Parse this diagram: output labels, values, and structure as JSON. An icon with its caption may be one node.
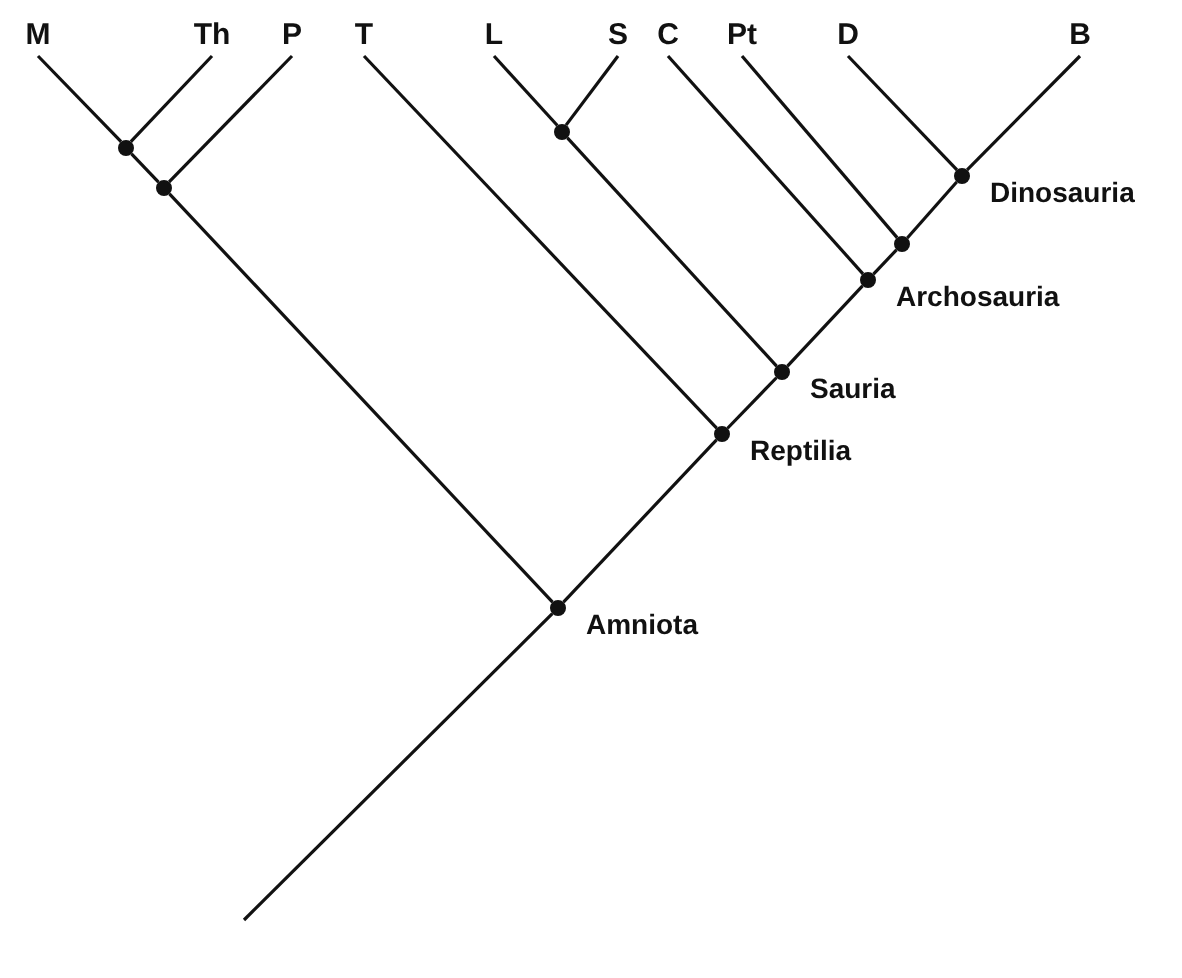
{
  "diagram": {
    "nodes": [
      {
        "text": [
          "M"
        ]
      },
      {
        "text": [
          "Th"
        ]
      },
      {
        "text": [
          "P"
        ]
      },
      {
        "text": [
          "T"
        ]
      },
      {
        "text": [
          "L"
        ]
      },
      {
        "text": [
          "S"
        ]
      },
      {
        "text": [
          "C"
        ]
      },
      {
        "text": [
          "Pt"
        ]
      },
      {
        "text": [
          "D"
        ]
      },
      {
        "text": [
          "B"
        ]
      },
      {
        "text": [],
        "shape": "circle"
      },
      {
        "text": [],
        "shape": "circle"
      },
      {
        "text": [],
        "shape": "circle",
        "beside": [
          "Dinosauria"
        ]
      },
      {
        "text": [],
        "shape": "circle"
      },
      {
        "text": [],
        "shape": "circle"
      },
      {
        "text": [],
        "shape": "circle",
        "beside": [
          "Archosauria"
        ]
      },
      {
        "text": [],
        "shape": "circle",
        "beside": [
          "Sauria"
        ]
      },
      {
        "text": [],
        "shape": "circle",
        "beside": [
          "Reptilia"
        ]
      },
      {
        "text": [],
        "shape": "circle",
        "beside": [
          "Amniota"
        ]
      }
    ],
    "edges": [
      {
        "from": 11,
        "to": 0,
        "arrow": "none"
      },
      {
        "from": 11,
        "to": 1,
        "arrow": "none"
      },
      {
        "from": 13,
        "to": 11,
        "arrow": "none"
      },
      {
        "from": 13,
        "to": 2,
        "arrow": "none"
      },
      {
        "from": 18,
        "to": 13,
        "arrow": "none"
      },
      {
        "from": 17,
        "to": 3,
        "arrow": "none"
      },
      {
        "from": 10,
        "to": 4,
        "arrow": "none"
      },
      {
        "from": 10,
        "to": 5,
        "arrow": "none"
      },
      {
        "from": 16,
        "to": 10,
        "arrow": "none"
      },
      {
        "from": 15,
        "to": 6,
        "arrow": "none"
      },
      {
        "from": 14,
        "to": 7,
        "arrow": "none"
      },
      {
        "from": 12,
        "to": 8,
        "arrow": "none"
      },
      {
        "from": 12,
        "to": 9,
        "arrow": "none"
      },
      {
        "from": 14,
        "to": 12,
        "arrow": "none"
      },
      {
        "from": 15,
        "to": 14,
        "arrow": "none"
      },
      {
        "from": 16,
        "to": 15,
        "arrow": "none"
      },
      {
        "from": 17,
        "to": 16,
        "arrow": "none"
      },
      {
        "from": 18,
        "to": 17,
        "arrow": "none"
      },
      {
        "from": null,
        "to": 18,
        "arrow": "none"
      }
    ]
  }
}
